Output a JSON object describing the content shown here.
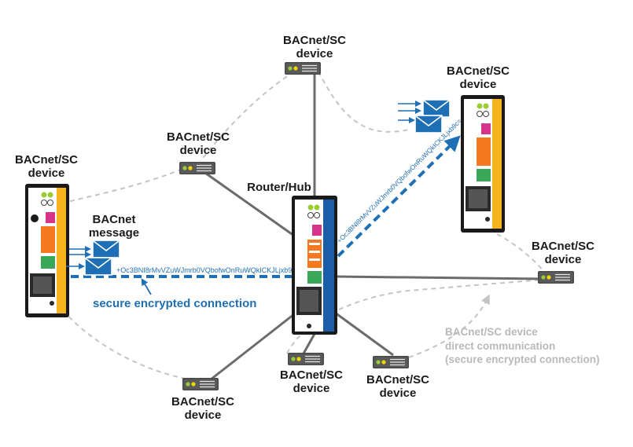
{
  "colors": {
    "line_dark": "#6b6b6b",
    "line_dashed": "#c4c4c4",
    "encrypted_blue": "#1f6fb5",
    "device_body": "#1a1a1a",
    "device_stripe_yellow": "#f7b31c",
    "hub_stripe_blue": "#1b5ea8",
    "envelope_blue": "#1f6fb5"
  },
  "labels": {
    "top_device": [
      "BACnet/SC",
      "device"
    ],
    "upper_right_device": [
      "BACnet/SC",
      "device"
    ],
    "mid_left_device": [
      "BACnet/SC",
      "device"
    ],
    "far_left_device": [
      "BACnet/SC",
      "device"
    ],
    "router_hub": "Router/Hub",
    "bacnet_message": [
      "BACnet",
      "message"
    ],
    "right_device": [
      "BACnet/SC",
      "device"
    ],
    "bottom_center_device": [
      "BACnet/SC",
      "device"
    ],
    "bottom_right_device": [
      "BACnet/SC",
      "device"
    ],
    "bottom_left_device": [
      "BACnet/SC",
      "device"
    ],
    "secure_connection": "secure encrypted connection",
    "direct_comm": [
      "BACnet/SC device",
      "direct communication",
      "(secure encrypted connection)"
    ]
  },
  "cipher_text": "+Oc3BNI8rMvVZuWJmrb0VQbofwOnRuWQkICKJLjxb9c=",
  "icons": [
    "router-hub-device",
    "din-rail-device",
    "envelope-icon",
    "arrow-icon",
    "rack-device-icon"
  ]
}
